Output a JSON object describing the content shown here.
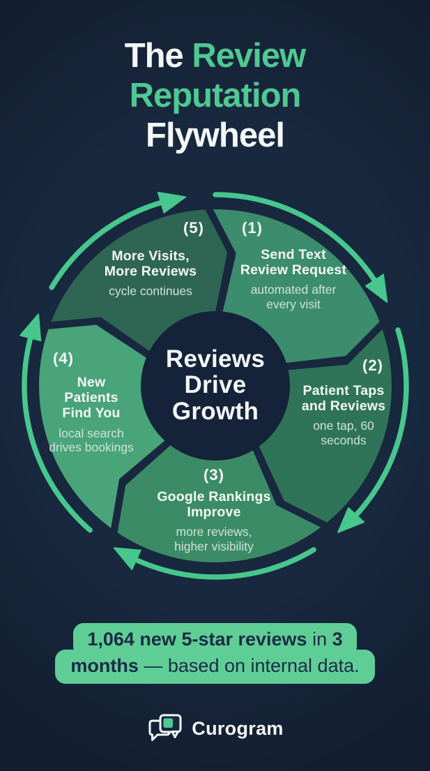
{
  "header": {
    "title_the": "The ",
    "title_review": "Review",
    "title_line2": "Reputation",
    "title_line3": "Flywheel"
  },
  "flywheel": {
    "center_text": "Reviews\nDrive\nGrowth",
    "segments": [
      {
        "number": "(1)",
        "title": "Send Text\nReview Request",
        "subtitle": "automated after\nevery visit",
        "color": "#3c8c6e"
      },
      {
        "number": "(2)",
        "title": "Patient Taps\nand Reviews",
        "subtitle": "one tap, 60\nseconds",
        "color": "#2f7458"
      },
      {
        "number": "(3)",
        "title": "Google Rankings\nImprove",
        "subtitle": "more reviews,\nhigher visibility",
        "color": "#3b8c66"
      },
      {
        "number": "(4)",
        "title": "New\nPatients\nFind You",
        "subtitle": "local search\ndrives bookings",
        "color": "#49a47a"
      },
      {
        "number": "(5)",
        "title": "More Visits,\nMore Reviews",
        "subtitle": "cycle continues",
        "color": "#2f6653"
      }
    ]
  },
  "stat": {
    "line1_bold": "1,064 new 5-star reviews",
    "line1_regular": " in ",
    "line1_bold2": "3",
    "line2_bold": "months",
    "line2_regular": " — based on internal data."
  },
  "footer": {
    "brand": "Curogram"
  },
  "colors": {
    "background": "#18283e",
    "background_edge": "#121d30",
    "accent_green": "#4fc893",
    "ring_green": "#47c78d",
    "white": "#f4f7f6",
    "subtitle": "#cfe2db",
    "hub": "#15233a",
    "stat_box": "#5fce96",
    "stat_text": "#1b2b45"
  }
}
